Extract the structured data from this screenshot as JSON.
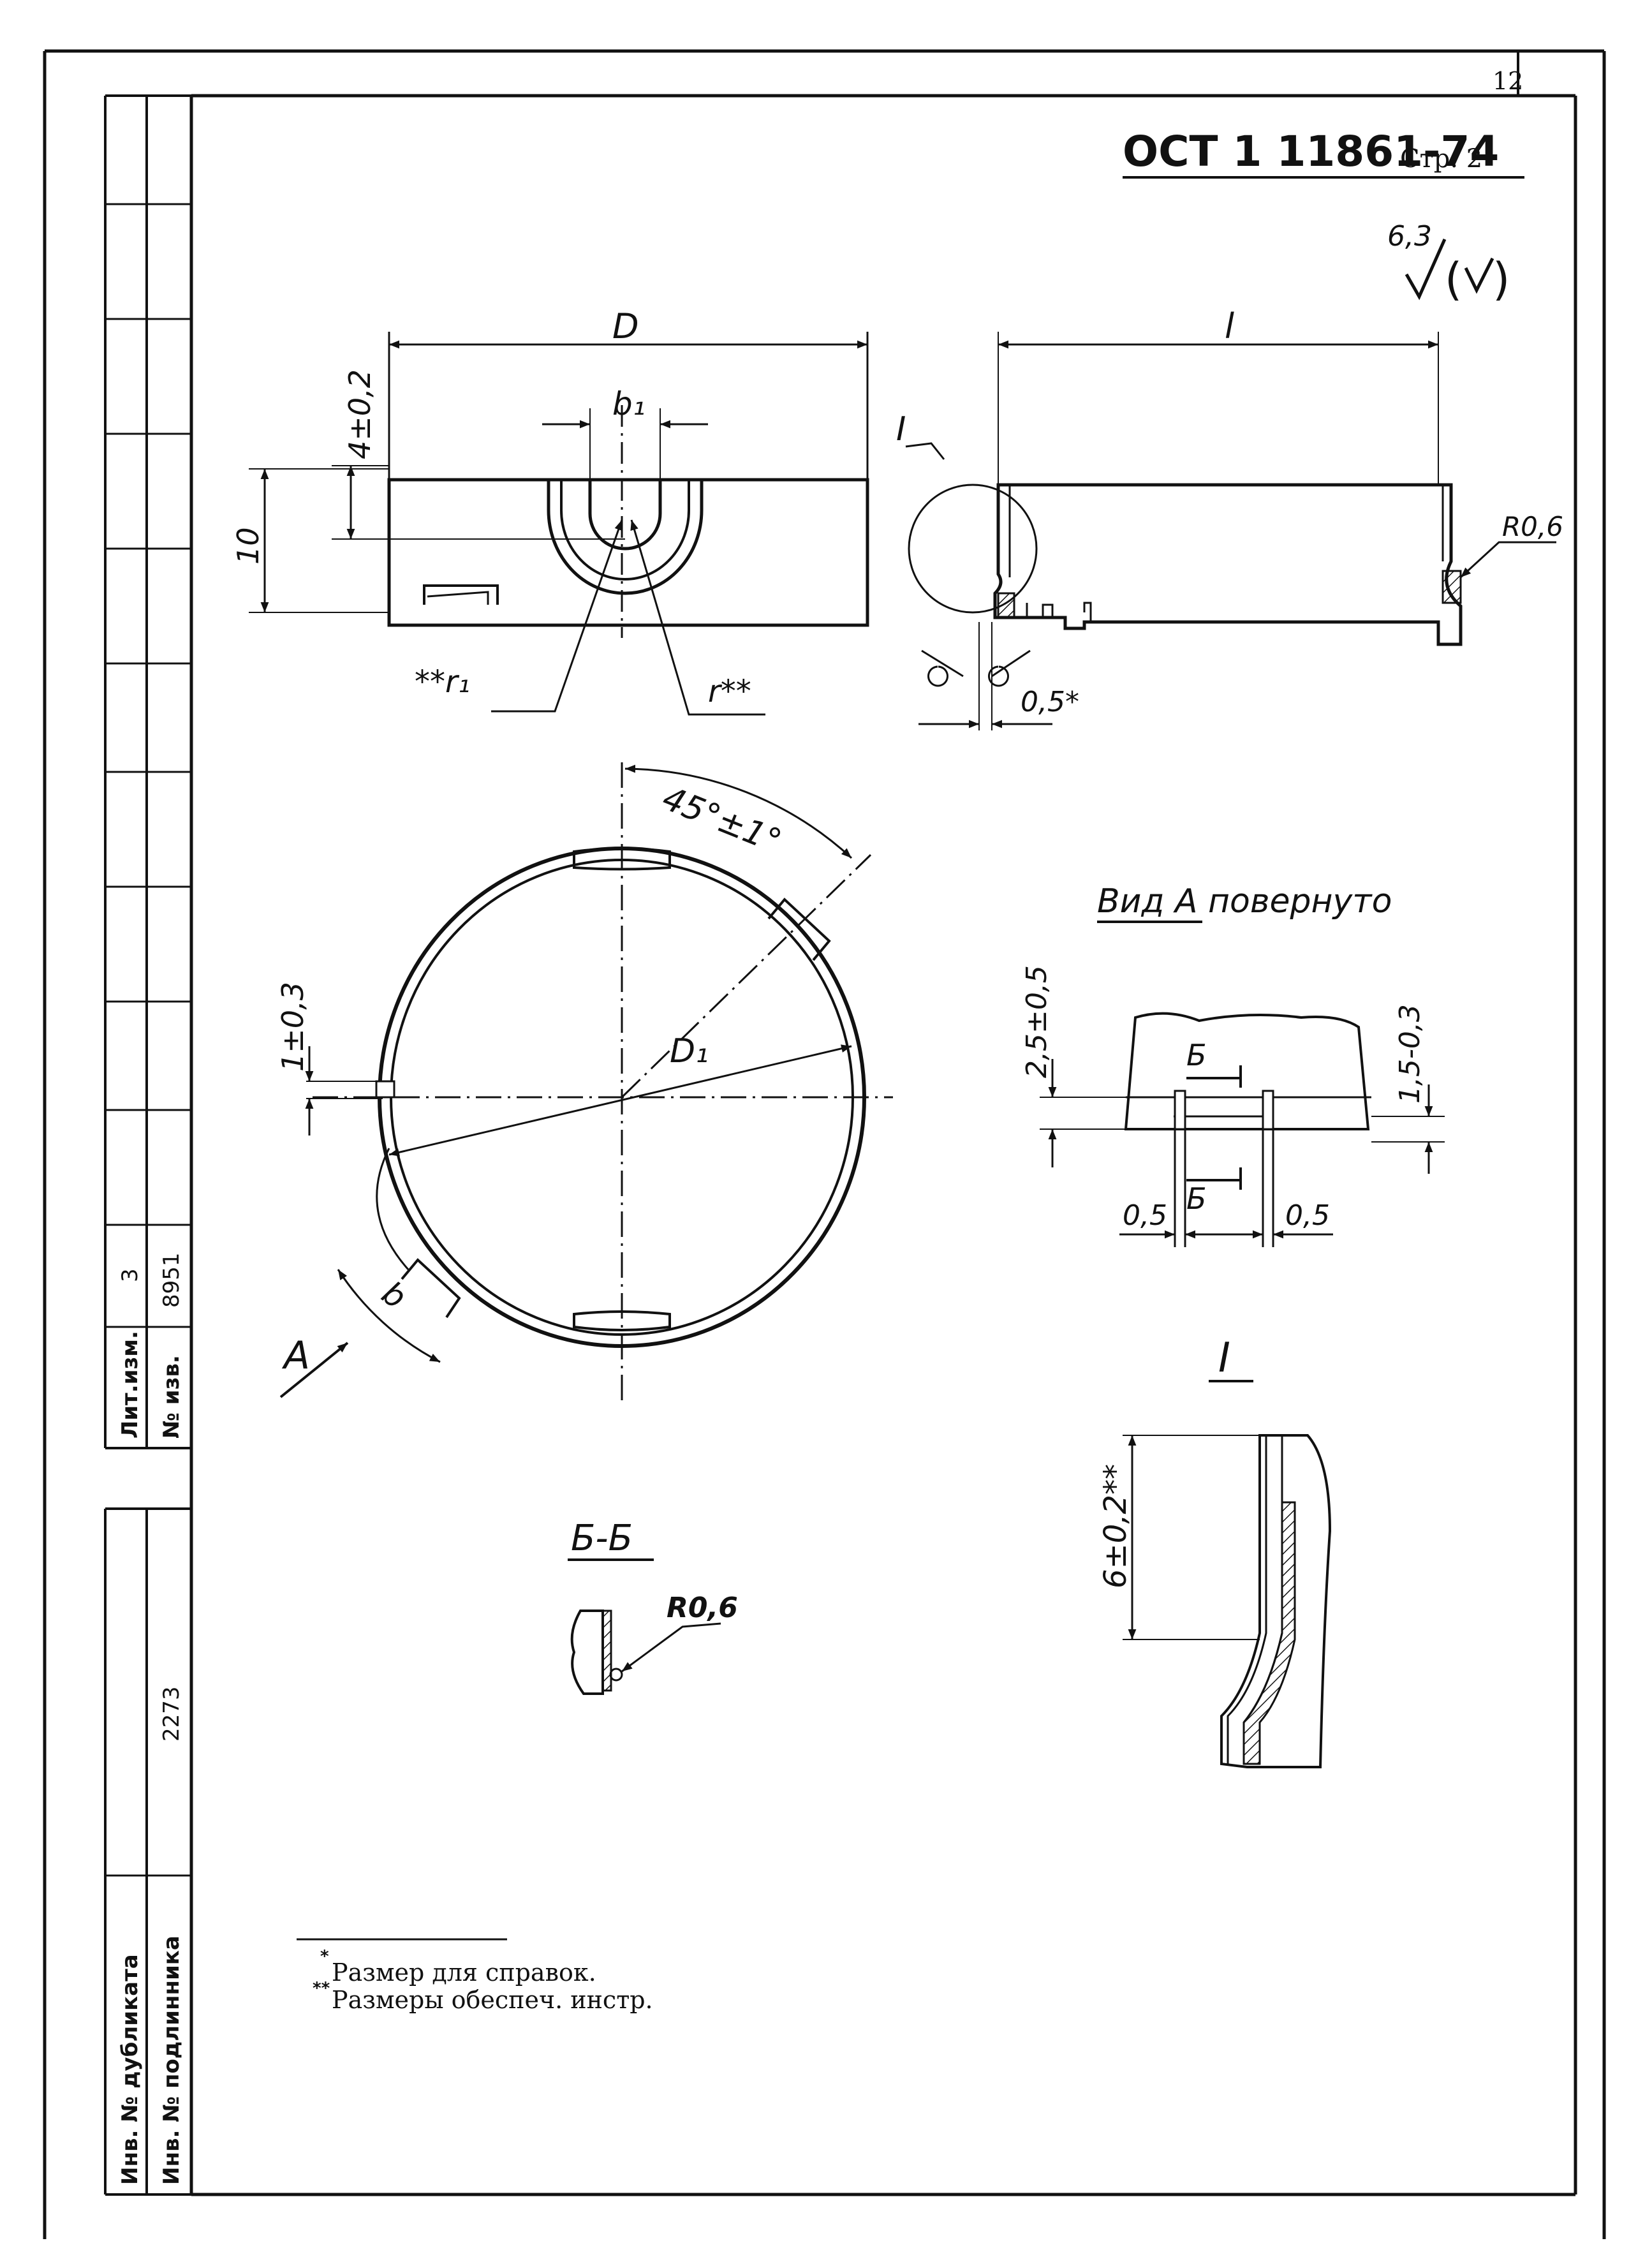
{
  "page_number": "12",
  "doc": {
    "code": "ОСТ 1 11861-74",
    "page_label": "Стр. 2"
  },
  "surface_finish": {
    "value": "6,3"
  },
  "top_view": {
    "dim_D": "D",
    "dim_4": "4±0,2",
    "dim_10": "10",
    "dim_b1": "b₁",
    "dim_r1": "**r₁",
    "dim_r": "r**"
  },
  "side_view": {
    "dim_l": "l",
    "mark_I": "I",
    "dim_R": "R0,6",
    "dim_05": "0,5*"
  },
  "plan_view": {
    "angle": "45°±1°",
    "dim_D1": "D₁",
    "dim_gap": "1±0,3",
    "dim_b": "b",
    "mark_A": "A"
  },
  "view_A": {
    "title": "Вид А повернуто",
    "dim_25": "2,5±0,5",
    "dim_15": "1,5-0,3",
    "cut_top": "Б",
    "cut_bot": "Б",
    "w_left": "0,5",
    "w_right": "0,5"
  },
  "section_BB": {
    "title": "Б-Б",
    "dim_R": "R0,6"
  },
  "detail_I": {
    "title": "I",
    "dim_6": "6±0,2**"
  },
  "notes": {
    "n1": "Размер для справок.",
    "n2": "Размеры обеспеч. инстр."
  },
  "stamp": {
    "lit_label": "Лит.изм.",
    "lit_value": "3",
    "izv_label": "№ изв.",
    "izv_value": "8951",
    "dup_label": "Инв. № дубликата",
    "orig_label": "Инв. № подлинника",
    "orig_value": "2273"
  }
}
